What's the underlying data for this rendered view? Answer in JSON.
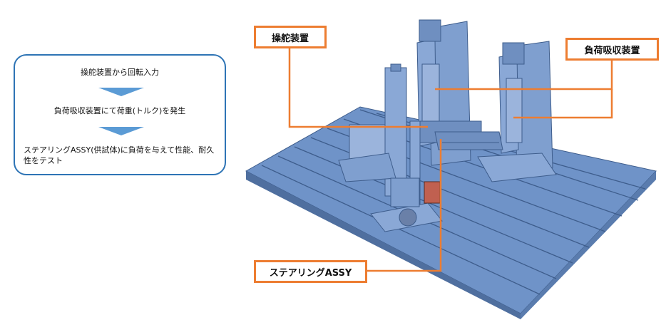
{
  "flow": {
    "step1": "操舵装置から回転入力",
    "step2": "負荷吸収装置にて荷重(トルク)を発生",
    "step3": "ステアリングASSY(供試体)に負荷を与えて性能、耐久性をテスト"
  },
  "labels": {
    "steering_device": "操舵装置",
    "load_absorber": "負荷吸収装置",
    "steering_assy": "ステアリングASSY"
  },
  "colors": {
    "accent_orange": "#ed7d31",
    "flow_blue": "#2e74b5",
    "machine_blue": "#6f93c8"
  }
}
